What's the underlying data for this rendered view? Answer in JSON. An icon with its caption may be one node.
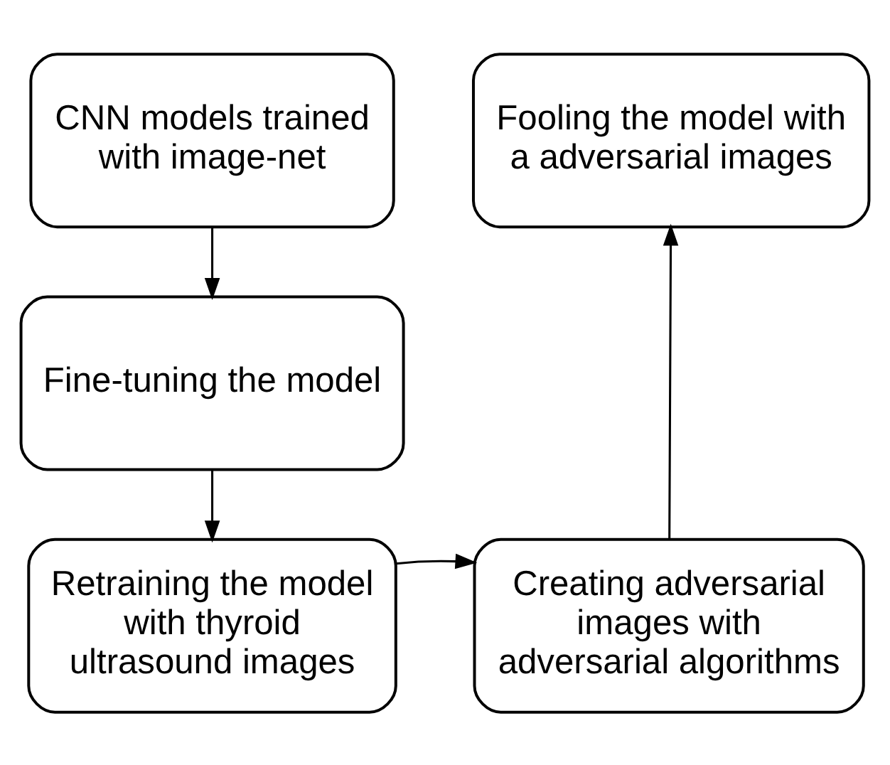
{
  "diagram": {
    "nodes": [
      {
        "text": [
          "CNN models trained with image-net"
        ]
      },
      {
        "text": [
          "Fine-tuning the model"
        ]
      },
      {
        "text": [
          "Retraining the model with thyroid ultrasound images"
        ]
      },
      {
        "text": [
          "Creating adversarial images with adversarial algorithms"
        ]
      },
      {
        "text": [
          "Fooling the model with a adversarial images"
        ]
      }
    ],
    "edges": [
      {
        "from": 0,
        "to": 1,
        "arrow": "to"
      },
      {
        "from": 1,
        "to": 2,
        "arrow": "to"
      },
      {
        "from": 2,
        "to": 3,
        "arrow": "to"
      },
      {
        "from": 3,
        "to": 4,
        "arrow": "to"
      }
    ]
  }
}
